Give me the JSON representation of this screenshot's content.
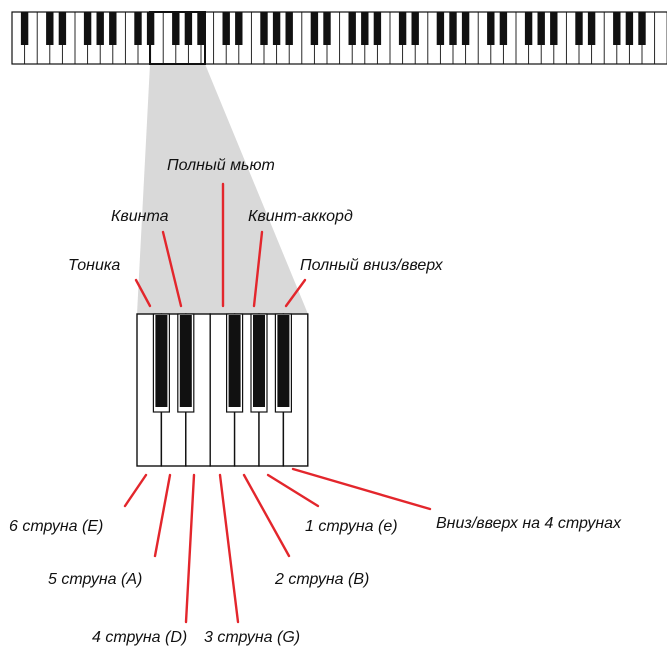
{
  "colors": {
    "callout_line": "#e3262c",
    "zoom_wedge": "#d9d9d9",
    "black_key": "#111111",
    "white_key_stroke": "#111111"
  },
  "labels": {
    "top": {
      "tonic": "Тоника",
      "fifth": "Квинта",
      "full_mute": "Полный мьют",
      "fifth_chord": "Квинт-аккорд",
      "full_down_up": "Полный вниз/вверх"
    },
    "bottom": {
      "string6": "6 струна (E)",
      "string5": "5 струна (A)",
      "string4": "4 струна (D)",
      "string3": "3 струна (G)",
      "string2": "2 струна (B)",
      "string1": "1 струна (e)",
      "down_up_4": "Вниз/вверх на 4 струнах"
    }
  }
}
